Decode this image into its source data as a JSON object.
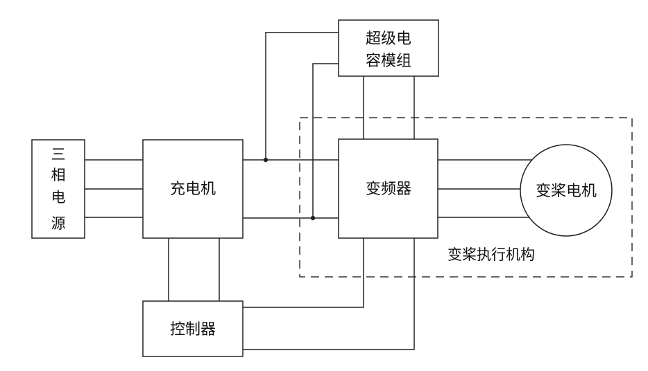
{
  "blocks": {
    "supercap": {
      "line1": "超级电",
      "line2": "容模组"
    },
    "power": {
      "c1": "三",
      "c2": "相",
      "c3": "电",
      "c4": "源"
    },
    "charger": {
      "label": "充电机"
    },
    "inverter": {
      "label": "变频器"
    },
    "motor": {
      "label": "变桨电机"
    },
    "controller": {
      "label": "控制器"
    }
  },
  "regions": {
    "actuator": {
      "label": "变桨执行机构"
    }
  }
}
